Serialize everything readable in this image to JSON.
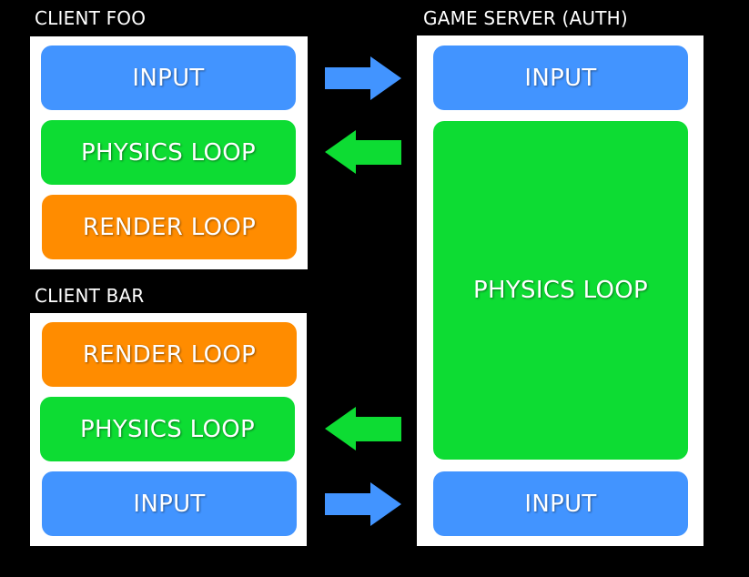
{
  "client_foo": {
    "title": "CLIENT FOO",
    "boxes": [
      "INPUT",
      "PHYSICS LOOP",
      "RENDER LOOP"
    ]
  },
  "client_bar": {
    "title": "CLIENT BAR",
    "boxes": [
      "RENDER LOOP",
      "PHYSICS LOOP",
      "INPUT"
    ]
  },
  "server": {
    "title": "GAME SERVER (AUTH)",
    "boxes": [
      "INPUT",
      "PHYSICS LOOP",
      "INPUT"
    ]
  },
  "colors": {
    "background": "#000000",
    "panel": "#ffffff",
    "input": "#4294ff",
    "physics": "#0ddc33",
    "render": "#ff8c00"
  }
}
